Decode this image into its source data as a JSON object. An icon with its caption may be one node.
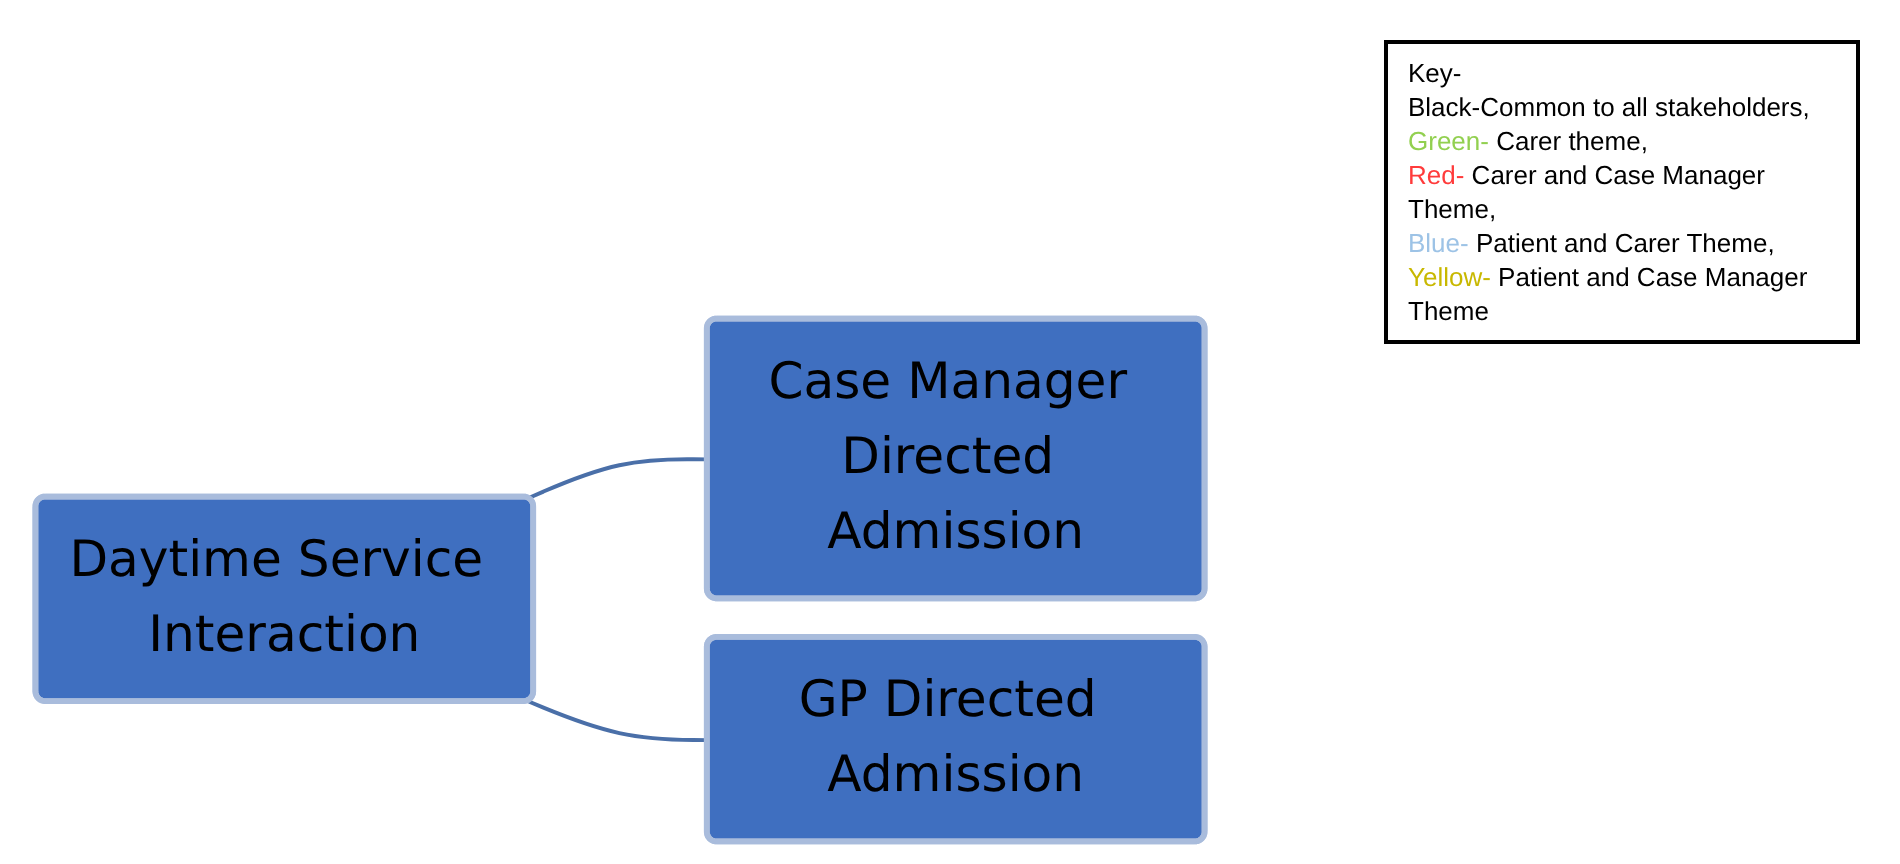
{
  "diagram": {
    "nodes": [
      {
        "text": [
          "Daytime Service Interaction"
        ]
      },
      {
        "text": [
          "Case Manager Directed Admission"
        ]
      },
      {
        "text": [
          "GP Directed Admission"
        ]
      }
    ],
    "edges": [
      {
        "from": 0,
        "to": 1,
        "arrow": "none"
      },
      {
        "from": 0,
        "to": 2,
        "arrow": "none"
      }
    ],
    "labels": [
      "Key-"
    ],
    "legend": [
      {
        "text": "Black-Common to all stakeholders,",
        "color": "#000000"
      },
      {
        "text": "Green- Carer theme,",
        "color": "#92d050"
      },
      {
        "text": "Red- Carer and Case Manager Theme,",
        "color": "#ff3b3b"
      },
      {
        "text": "Blue- Patient and Carer Theme,",
        "color": "#9dc3e6"
      },
      {
        "text": "Yellow- Patient and Case Manager Theme",
        "color": "#c8b800"
      }
    ]
  }
}
